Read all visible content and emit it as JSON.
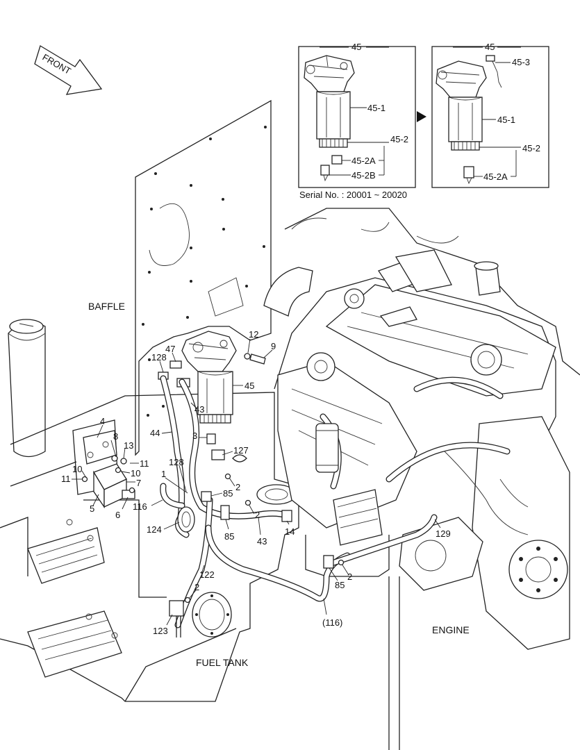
{
  "orientation": {
    "front_label": "FRONT"
  },
  "inset_left": {
    "header": "45",
    "callouts": [
      "45-1",
      "45-2",
      "45-2A",
      "45-2B"
    ],
    "note": "Serial No. : 20001 ~ 20020"
  },
  "inset_right": {
    "header": "45",
    "callouts": [
      "45-3",
      "45-1",
      "45-2",
      "45-2A"
    ]
  },
  "area_labels": {
    "baffle": "BAFFLE",
    "engine": "ENGINE",
    "fuel_tank": "FUEL TANK"
  },
  "part_callouts": [
    "12",
    "9",
    "47",
    "128",
    "45",
    "43",
    "4",
    "44",
    "3",
    "127",
    "8",
    "13",
    "11",
    "10",
    "7",
    "128",
    "11",
    "10",
    "1",
    "2",
    "5",
    "6",
    "116",
    "85",
    "124",
    "2",
    "85",
    "43",
    "14",
    "129",
    "122",
    "2",
    "85",
    "2",
    "123",
    "(116)"
  ],
  "icons": {
    "arrow": "front-arrow-icon",
    "transition": "right-triangle-icon"
  }
}
